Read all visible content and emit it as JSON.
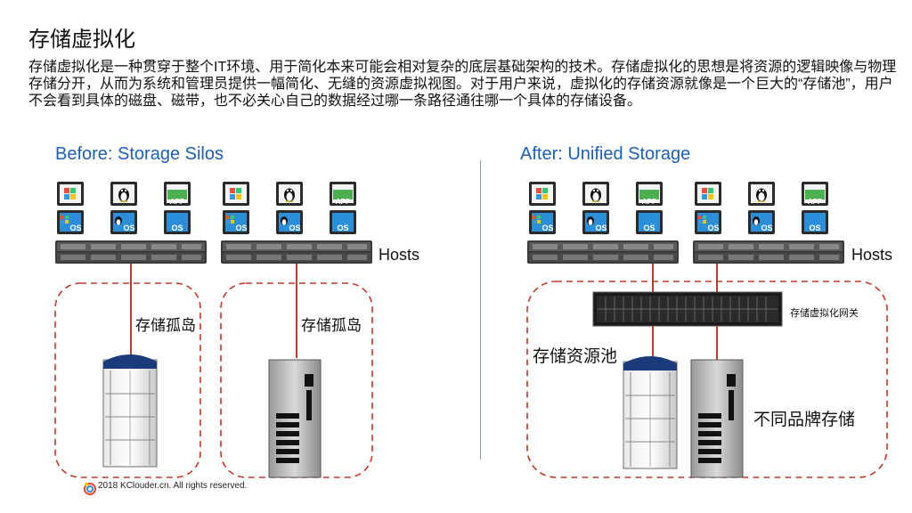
{
  "title": "存储虚拟化",
  "intro": "存储虚拟化是一种贯穿于整个IT环境、用于简化本来可能会相对复杂的底层基础架构的技术。存储虚拟化的思想是将资源的逻辑映像与物理存储分开，从而为系统和管理员提供一幅简化、无缝的资源虚拟视图。对于用户来说，虚拟化的存储资源就像是一个巨大的“存储池”，用户不会看到具体的磁盘、磁带，也不必关心自己的数据经过哪一条路径通往哪一个具体的存储设备。",
  "before": {
    "title": "Before: Storage Silos",
    "hosts_label": "Hosts",
    "island_label_1": "存储孤岛",
    "island_label_2": "存储孤岛"
  },
  "after": {
    "title": "After: Unified Storage",
    "hosts_label": "Hosts",
    "gateway_label": "存储虚拟化网关",
    "pool_label": "存储资源池",
    "brand_label": "不同品牌存储"
  },
  "icons": {
    "app_text": "APP",
    "os_text": "OS"
  },
  "footer": "2018 KClouder.cn. All rights reserved.",
  "colors": {
    "title_blue": "#1f5fb3",
    "dashed_red": "#c0392b",
    "link_red": "#c0392b",
    "app_green": "#4caf50",
    "os_blue": "#2a8fd8"
  }
}
